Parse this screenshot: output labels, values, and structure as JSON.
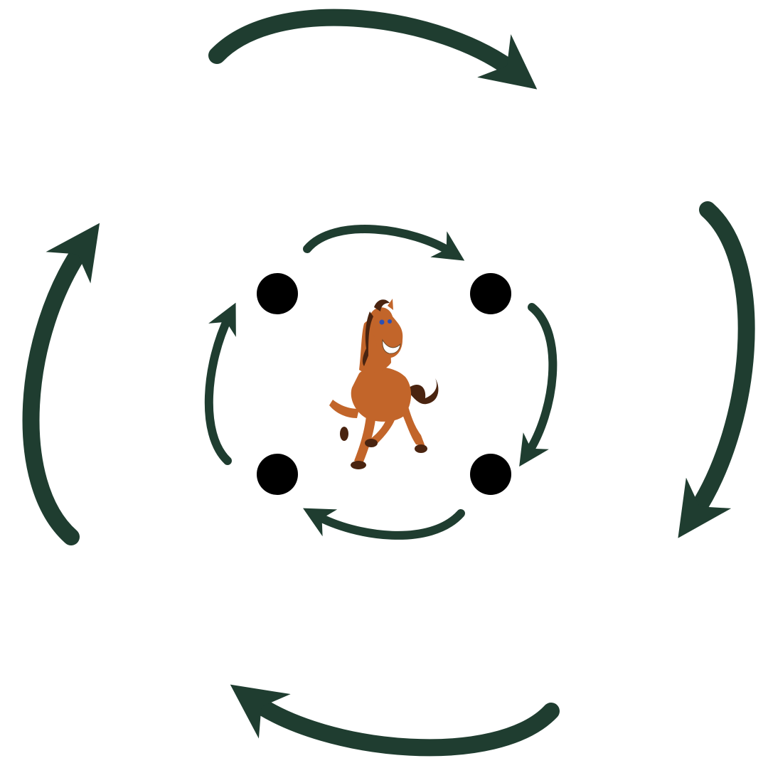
{
  "diagram": {
    "colors": {
      "arrow": "#1f3d30",
      "node": "#000000",
      "background": "#ffffff",
      "horse_body": "#c2652a",
      "horse_mane": "#4a2410",
      "horse_eye": "#2a4fb5"
    },
    "center_icon": "horse-icon",
    "nodes": [
      {
        "id": "top-left"
      },
      {
        "id": "top-right"
      },
      {
        "id": "bottom-right"
      },
      {
        "id": "bottom-left"
      }
    ],
    "inner_cycle": {
      "direction": "clockwise",
      "arrow_count": 4
    },
    "outer_cycle": {
      "direction": "clockwise",
      "arrow_count": 4
    }
  }
}
